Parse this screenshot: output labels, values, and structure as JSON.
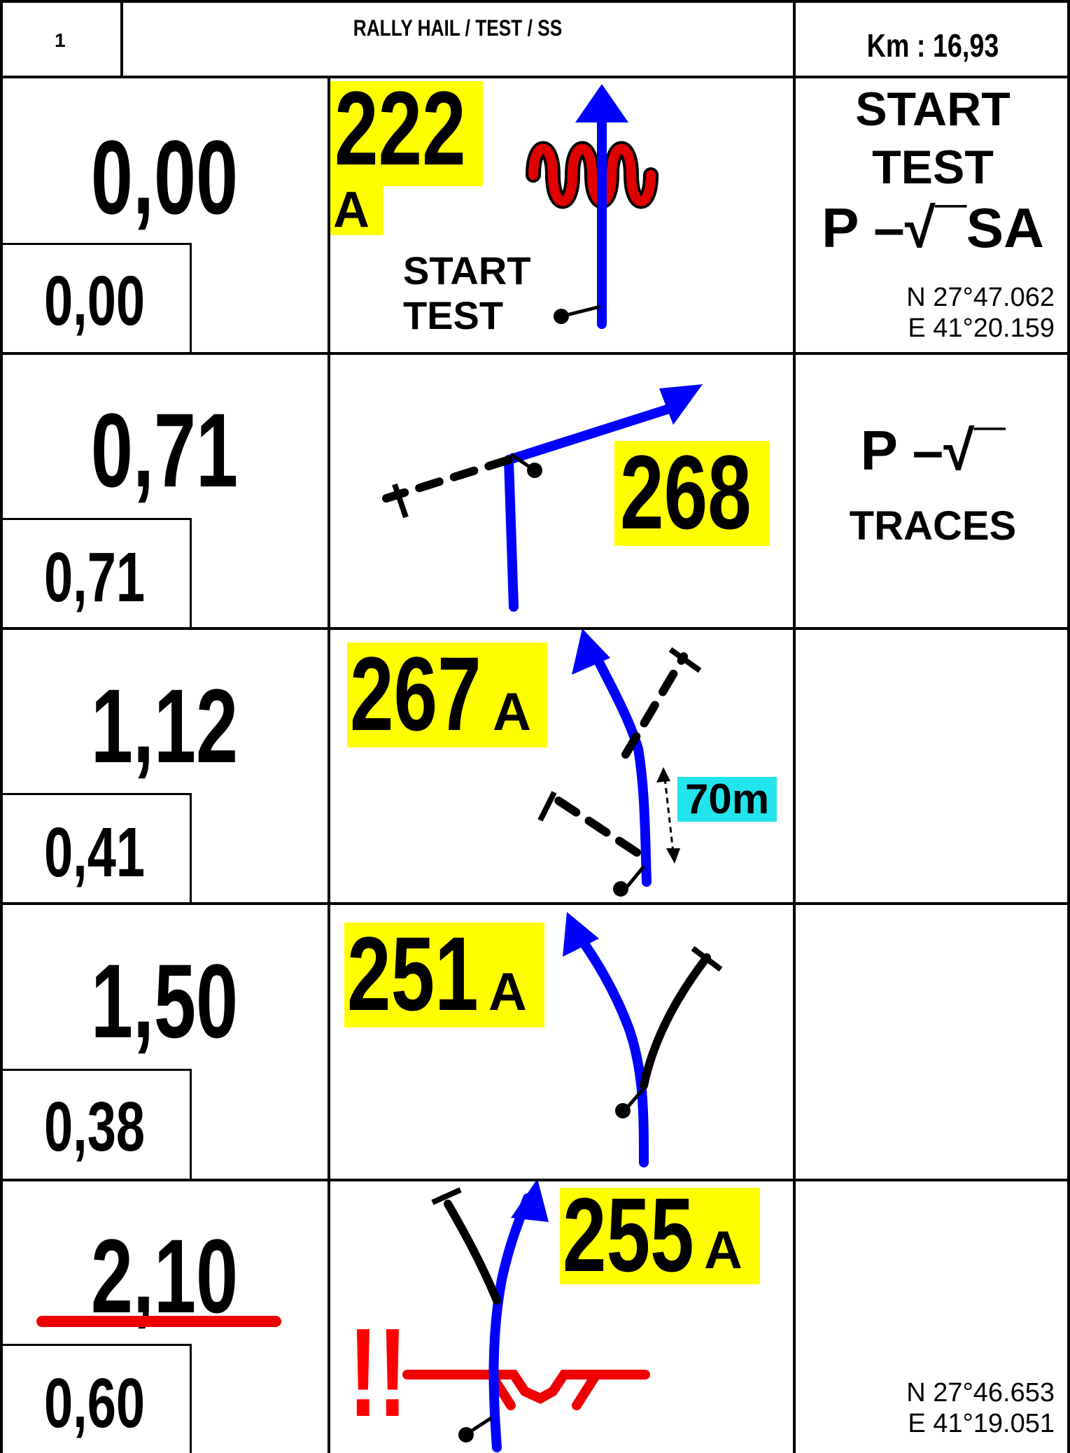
{
  "header": {
    "page_number": "1",
    "title": "RALLY HAIL / TEST / SS",
    "km_label": "Km :  16,93"
  },
  "rows": [
    {
      "total": "0,00",
      "partial": "0,00",
      "cap": "222",
      "cap_suffix": "A",
      "tulip_label_1": "START",
      "tulip_label_2": "TEST",
      "note_line_1": "START",
      "note_line_2": "TEST",
      "note_line_3": "P –√¯SA",
      "coord_n": "N 27°47.062",
      "coord_e": "E 41°20.159"
    },
    {
      "total": "0,71",
      "partial": "0,71",
      "cap": "268",
      "note_line_1": "P –√¯",
      "note_line_2": "TRACES"
    },
    {
      "total": "1,12",
      "partial": "0,41",
      "cap": "267",
      "cap_suffix": "A",
      "distance_marker": "70m"
    },
    {
      "total": "1,50",
      "partial": "0,38",
      "cap": "251",
      "cap_suffix": "A"
    },
    {
      "total": "2,10",
      "partial": "0,60",
      "cap": "255",
      "cap_suffix": "A",
      "danger": "!!",
      "coord_n": "N 27°46.653",
      "coord_e": "E 41°19.051"
    }
  ],
  "colors": {
    "route": "#0000ff",
    "cap_highlight": "#ffff00",
    "distance_highlight": "#22e4ec",
    "danger": "#ff0000"
  }
}
